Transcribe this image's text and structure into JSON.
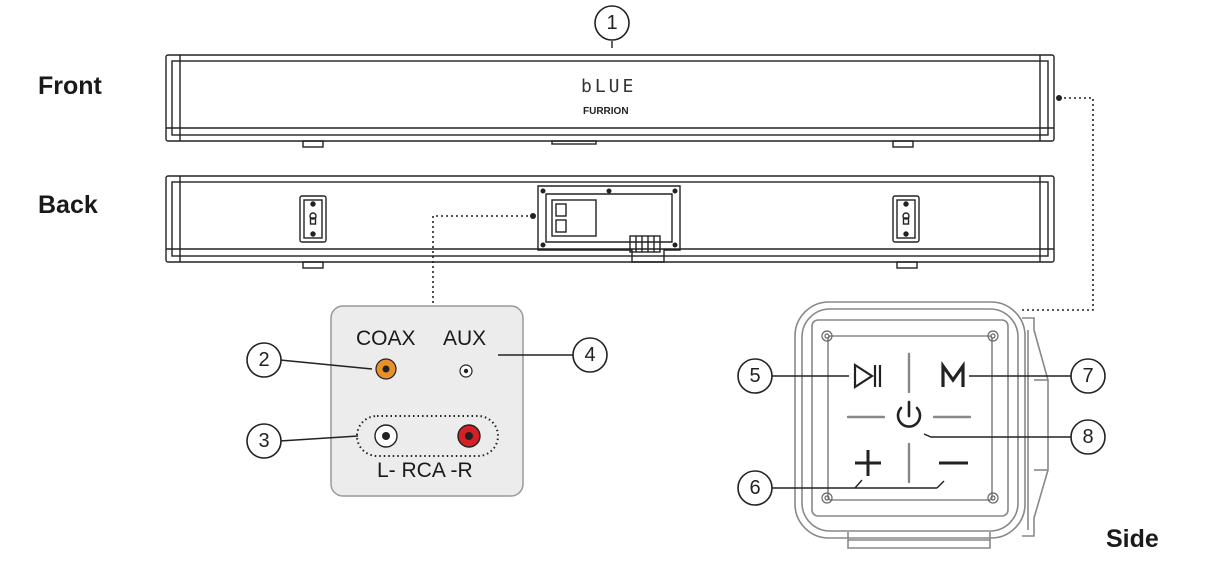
{
  "views": {
    "front": "Front",
    "back": "Back",
    "side": "Side"
  },
  "display": {
    "text": "bLUE",
    "brand": "FURRION"
  },
  "ports": {
    "coax": "COAX",
    "aux": "AUX",
    "rca": "L- RCA -R"
  },
  "callouts": [
    "1",
    "2",
    "3",
    "4",
    "5",
    "6",
    "7",
    "8"
  ],
  "colors": {
    "coax_jack": "#e8902a",
    "rca_right_jack": "#d42027",
    "line": "#222222",
    "panel_border": "#999999"
  },
  "icons": {
    "button_5": "play-pause-icon",
    "button_6": "volume-up-icon",
    "button_7": "mode-icon",
    "button_8": "power-icon",
    "button_minus": "volume-down-icon"
  }
}
